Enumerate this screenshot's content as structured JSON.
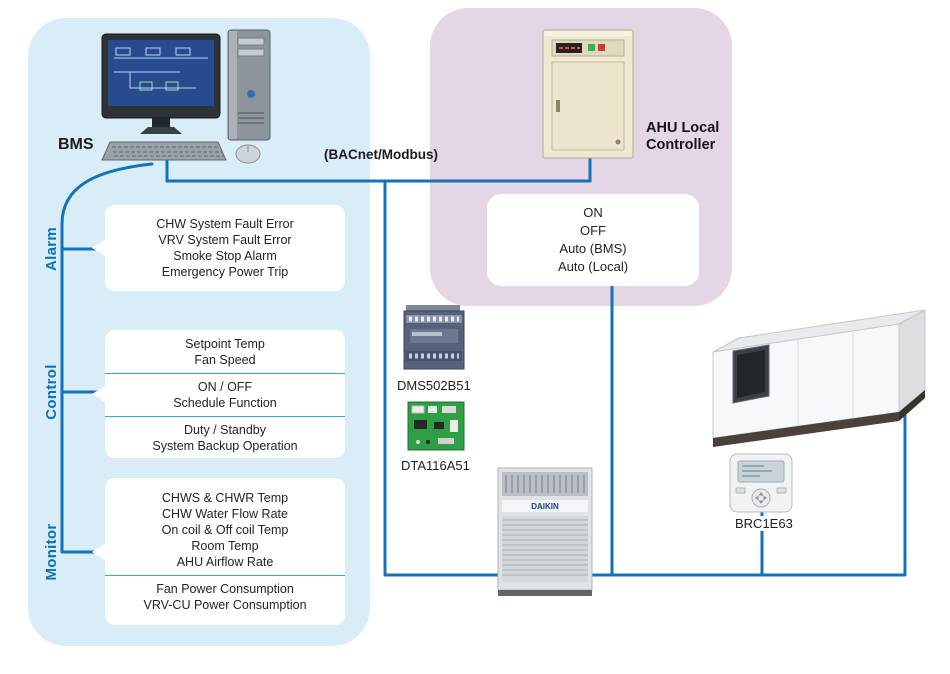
{
  "colors": {
    "panel_blue": "#d9edf8",
    "panel_purple": "#e4d6e5",
    "line_blue": "#1373ba",
    "section_label_blue": "#0d72b9",
    "divider_blue": "#2ea7df"
  },
  "bms": {
    "label": "BMS"
  },
  "network": {
    "label": "(BACnet/Modbus)"
  },
  "ahu_controller": {
    "label": "AHU Local Controller",
    "modes": [
      "ON",
      "OFF",
      "Auto (BMS)",
      "Auto (Local)"
    ]
  },
  "sections": {
    "alarm": {
      "label": "Alarm",
      "lines": [
        "CHW System Fault Error",
        "VRV System Fault Error",
        "Smoke Stop Alarm",
        "Emergency Power Trip"
      ]
    },
    "control": {
      "label": "Control",
      "group1": [
        "Setpoint Temp",
        "Fan Speed"
      ],
      "group2": [
        "ON / OFF",
        "Schedule Function"
      ],
      "group3": [
        "Duty / Standby",
        "System Backup Operation"
      ]
    },
    "monitor": {
      "label": "Monitor",
      "group1": [
        "CHWS & CHWR Temp",
        "CHW Water Flow Rate",
        "On coil & Off coil Temp",
        "Room Temp",
        "AHU Airflow Rate"
      ],
      "group2": [
        "Fan Power Consumption",
        "VRV-CU Power Consumption"
      ]
    }
  },
  "devices": {
    "dms_label": "DMS502B51",
    "dta_label": "DTA116A51",
    "brc_label": "BRC1E63",
    "vrv_logo": "DAIKIN"
  }
}
